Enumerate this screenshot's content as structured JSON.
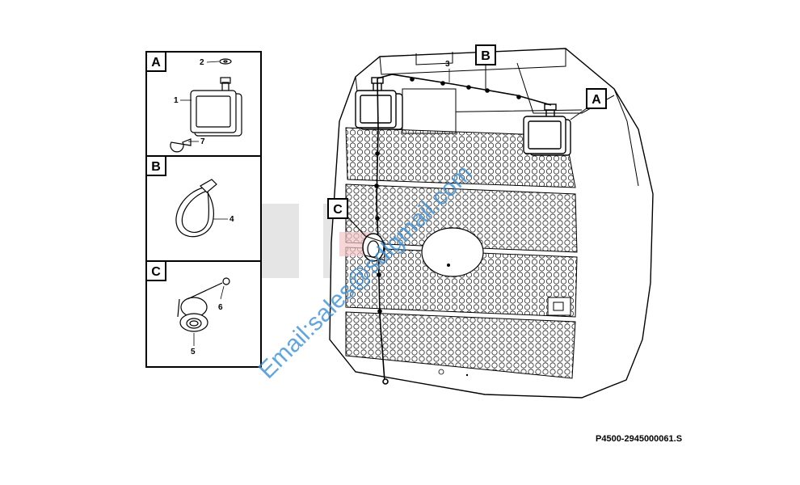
{
  "watermark": {
    "brand_text": "SDLG",
    "email_text": "Email:sales@sdlgmail.com",
    "color": "#3a8fd8"
  },
  "detail_panels": [
    {
      "letter": "A",
      "callouts": [
        "2",
        "1",
        "7"
      ]
    },
    {
      "letter": "B",
      "callouts": [
        "4"
      ]
    },
    {
      "letter": "C",
      "callouts": [
        "6",
        "5"
      ]
    }
  ],
  "main_view": {
    "callout_3": "3",
    "tag_a": "A",
    "tag_b": "B",
    "tag_c": "C"
  },
  "drawing_code": "P4500-2945000061.S"
}
